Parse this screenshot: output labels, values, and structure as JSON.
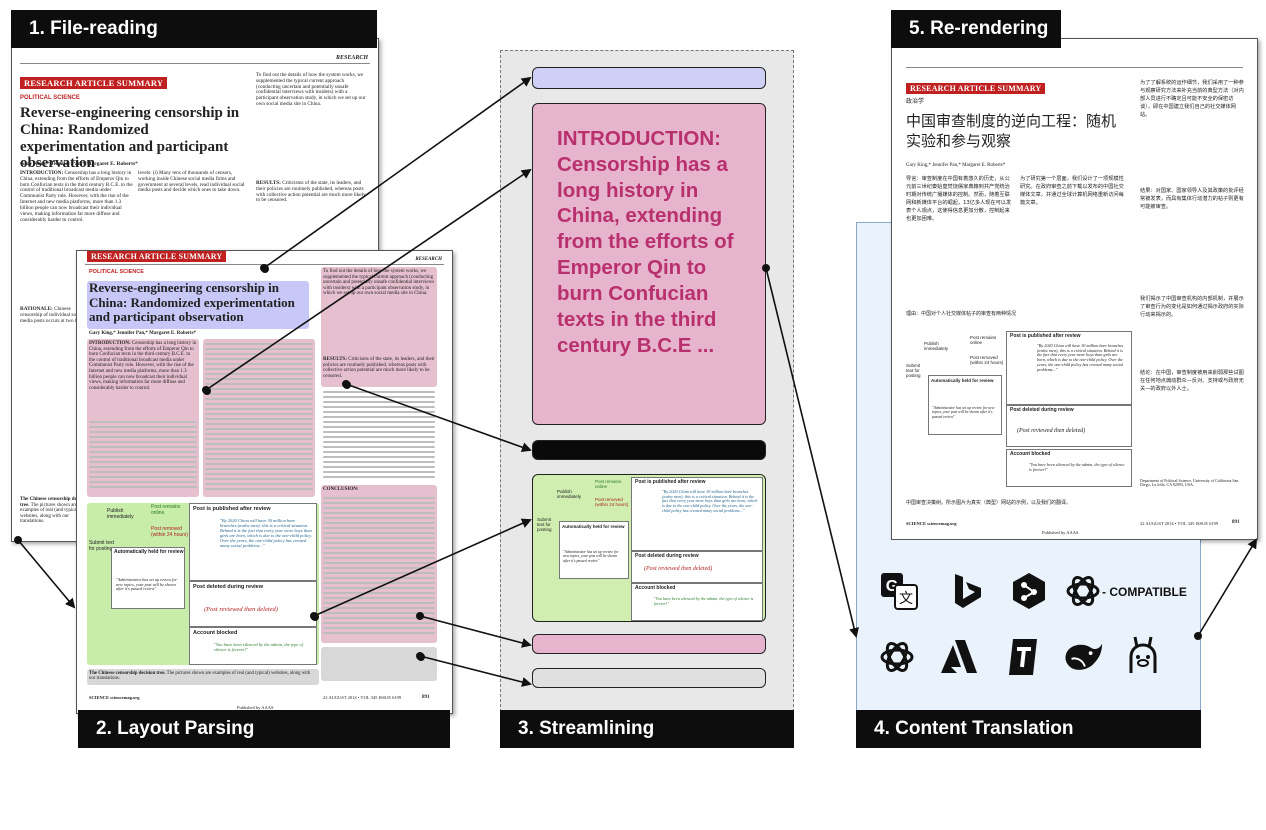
{
  "stages": {
    "s1": "1.  File-reading",
    "s2": "2.  Layout Parsing",
    "s3": "3.  Streamlining",
    "s4": "4.  Content Translation",
    "s5": "5. Re-rendering"
  },
  "paper": {
    "running_head": "RESEARCH",
    "banner": "RESEARCH ARTICLE SUMMARY",
    "section": "POLITICAL SCIENCE",
    "title": "Reverse-engineering censorship in China: Randomized experimentation and participant observation",
    "authors": "Gary King,* Jennifer Pan,* Margaret E. Roberts*",
    "intro_label": "INTRODUCTION:",
    "intro_snippet": "Censorship has a long history in China, extending from the efforts of Emperor Qin to burn Confucian texts in the third century B.C.E. to the control of traditional broadcast media under Communist Party rule. However, with the rise of the Internet and new media platforms, more than 1.3 billion people can now broadcast their individual views, making information far more diffuse and considerably harder to control.",
    "rationale_label": "RATIONALE:",
    "rationale_snippet": "Chinese censorship of individual social media posts occurs at two levels.",
    "col2_snippet": "To find out the details of how the system works, we supplemented the typical current approach (conducting uncertain and potentially unsafe confidential interviews with insiders) with a participant observation study, in which we set up our own social media site in China.",
    "results_label": "RESULTS:",
    "results_snippet": "Criticisms of the state, its leaders, and their policies are routinely published, whereas posts with collective action potential are much more likely to be censored.",
    "conclusion_label": "CONCLUSION:",
    "caption": "The Chinese censorship decision tree.",
    "caption_rest": "The pictures shown are examples of real (and typical) websites, along with our translations.",
    "footer": "SCIENCE  sciencemag.org",
    "footer_right": "22 AUGUST 2014 • VOL 345 ISSUE 6199",
    "page_no": "891",
    "published_by": "Published by AAAS"
  },
  "tree": {
    "submit": "Submit text for posting",
    "publish_immediately": "Publish immediately",
    "remains_online": "Post remains online",
    "post_removed": "Post removed (within 24 hours)",
    "published_after_review": "Post is published after review",
    "held_for_review": "Automatically held for review",
    "deleted_during_review": "Post deleted during review",
    "reviewed_deleted": "(Post reviewed then deleted)",
    "account_blocked": "Account blocked",
    "quote1": "\"By 2020 China will have 30 million bare branches (awkw men); this is a critical situation. Behind it is the fact that every year more boys than girls are born, which is due to the one-child policy. Over the years, the one-child policy has created many social problems...\"",
    "quote2": "\"Administrator has set up review for new topics, your post will be shown after it's passed review\"",
    "quote3": "\"You have been silenced by the admin, the type of silence is forever!\""
  },
  "streamline": {
    "intro_text": "INTRODUCTION: Censorship has a long history in China, extending from the efforts of Emperor Qin to burn Confucian texts in the third century B.C.E ..."
  },
  "translated": {
    "banner": "RESEARCH ARTICLE SUMMARY",
    "section": "政治学",
    "title": "中国审查制度的逆向工程：随机实验和参与观察",
    "authors": "Gary King,* Jennifer Pan,* Margaret E. Roberts*",
    "intro": "导言：审查制度在中国有着悠久的历史，从公元前三世纪秦始皇焚烧儒家典籍到共产党统治时期对传统广播媒体的控制。然而，随着互联网和新媒体平台的崛起，13亿多人现在可以发表个人观点，这使得信息更加分散，控制起来也更加困难。",
    "col1_p2": "为了研究第一个层面，我们设计了一项规模性研究。在政府审查之前下载以发布的中国社交媒体文章，并通过全球计算机网络重新访问每篇文章。",
    "col2_p1": "为了了解系统的运作细节，我们采用了一种参与观察研究方法来补充当前的典型方法（对内部人员进行不确定且可能不安全的保密访谈），即在中国建立我们自己的社交媒体网站。",
    "results": "结果：对国家、国家领导人及其政策的批评经常被发表，而具有集体行动潜力的帖子则更有可能被审查。",
    "col2_p2": "我们揭示了中国审查机构的内部机制，并展示了审查行为的变化是如何通过揭示政府的实际行动来揭示的。",
    "conclusion": "结论：在中国，审查制度被用来削弱那些试图在任何地点煽动群众—反对、支持或与政府无关—的政府以外人士。",
    "caption": "中国审查决策树。所示图片为真实（典型）网站的示例，以及我们的翻译。",
    "subcaption": "理由：中国对个人社交媒体帖子的审查有两种情况",
    "fine_print": "Department of Political Science, University of California San Diego, La Jolla, CA 92093, USA.",
    "footer": "SCIENCE  sciencemag.org",
    "footer_right": "22 AUGUST 2014 • VOL 345 ISSUE 6199",
    "page_no": "891",
    "published_by": "Published by AAAS"
  },
  "translation_tools": {
    "compatible_label": "- COMPATIBLE",
    "icons": [
      "google-translate-icon",
      "bing-icon",
      "deepl-icon",
      "openai-icon",
      "openai-icon",
      "azure-icon",
      "tongyi-icon",
      "deepseek-icon",
      "ollama-icon"
    ]
  },
  "colors": {
    "label_bg": "#0d0d0d",
    "title_overlay": "#c8c8f8",
    "text_overlay": "#e6b4cc",
    "figure_overlay": "#c8ecaa",
    "caption_overlay": "#d8d8d8",
    "banner_red": "#c02020",
    "intro_text_color": "#b8306e",
    "translation_bg": "#eaf3fb"
  }
}
